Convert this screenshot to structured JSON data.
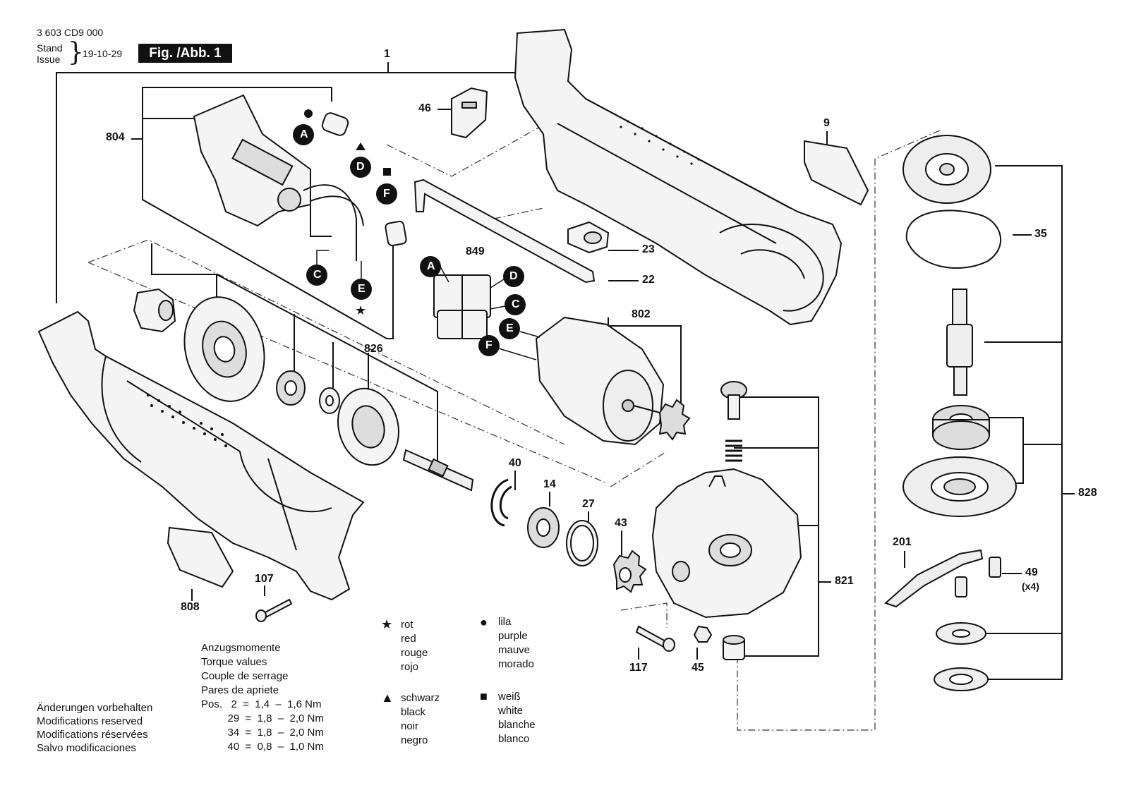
{
  "header": {
    "part_number": "3 603 CD9 000",
    "stand_label": "Stand",
    "issue_label": "Issue",
    "date": "19-10-29",
    "figure": "Fig. /Abb. 1"
  },
  "callouts": {
    "n1": "1",
    "n9": "9",
    "n14": "14",
    "n22": "22",
    "n23": "23",
    "n27": "27",
    "n35": "35",
    "n40": "40",
    "n43": "43",
    "n45": "45",
    "n46": "46",
    "n49": "49",
    "n49q": "(x4)",
    "n107": "107",
    "n117": "117",
    "n201": "201",
    "n802": "802",
    "n804": "804",
    "n808": "808",
    "n821": "821",
    "n826": "826",
    "n828": "828",
    "n849": "849"
  },
  "connectors": {
    "A": "A",
    "C": "C",
    "D": "D",
    "E": "E",
    "F": "F"
  },
  "color_key": {
    "red": {
      "symbol": "★",
      "lines": [
        "rot",
        "red",
        "rouge",
        "rojo"
      ]
    },
    "purple": {
      "symbol": "●",
      "lines": [
        "lila",
        "purple",
        "mauve",
        "morado"
      ]
    },
    "black": {
      "symbol": "▲",
      "lines": [
        "schwarz",
        "black",
        "noir",
        "negro"
      ]
    },
    "white": {
      "symbol": "■",
      "lines": [
        "weiß",
        "white",
        "blanche",
        "blanco"
      ]
    }
  },
  "torque": {
    "titles": [
      "Anzugsmomente",
      "Torque values",
      "Couple de serrage",
      "Pares de apriete"
    ],
    "rows": [
      "Pos.   2  =  1,4  –  1,6 Nm",
      "         29  =  1,8  –  2,0 Nm",
      "         34  =  1,8  –  2,0 Nm",
      "         40  =  0,8  –  1,0 Nm"
    ]
  },
  "notes": [
    "Änderungen vorbehalten",
    "Modifications reserved",
    "Modifications réservées",
    "Salvo modificaciones"
  ],
  "colors": {
    "ink": "#111111",
    "paper": "#ffffff",
    "part_fill": "#f2f2f2"
  }
}
